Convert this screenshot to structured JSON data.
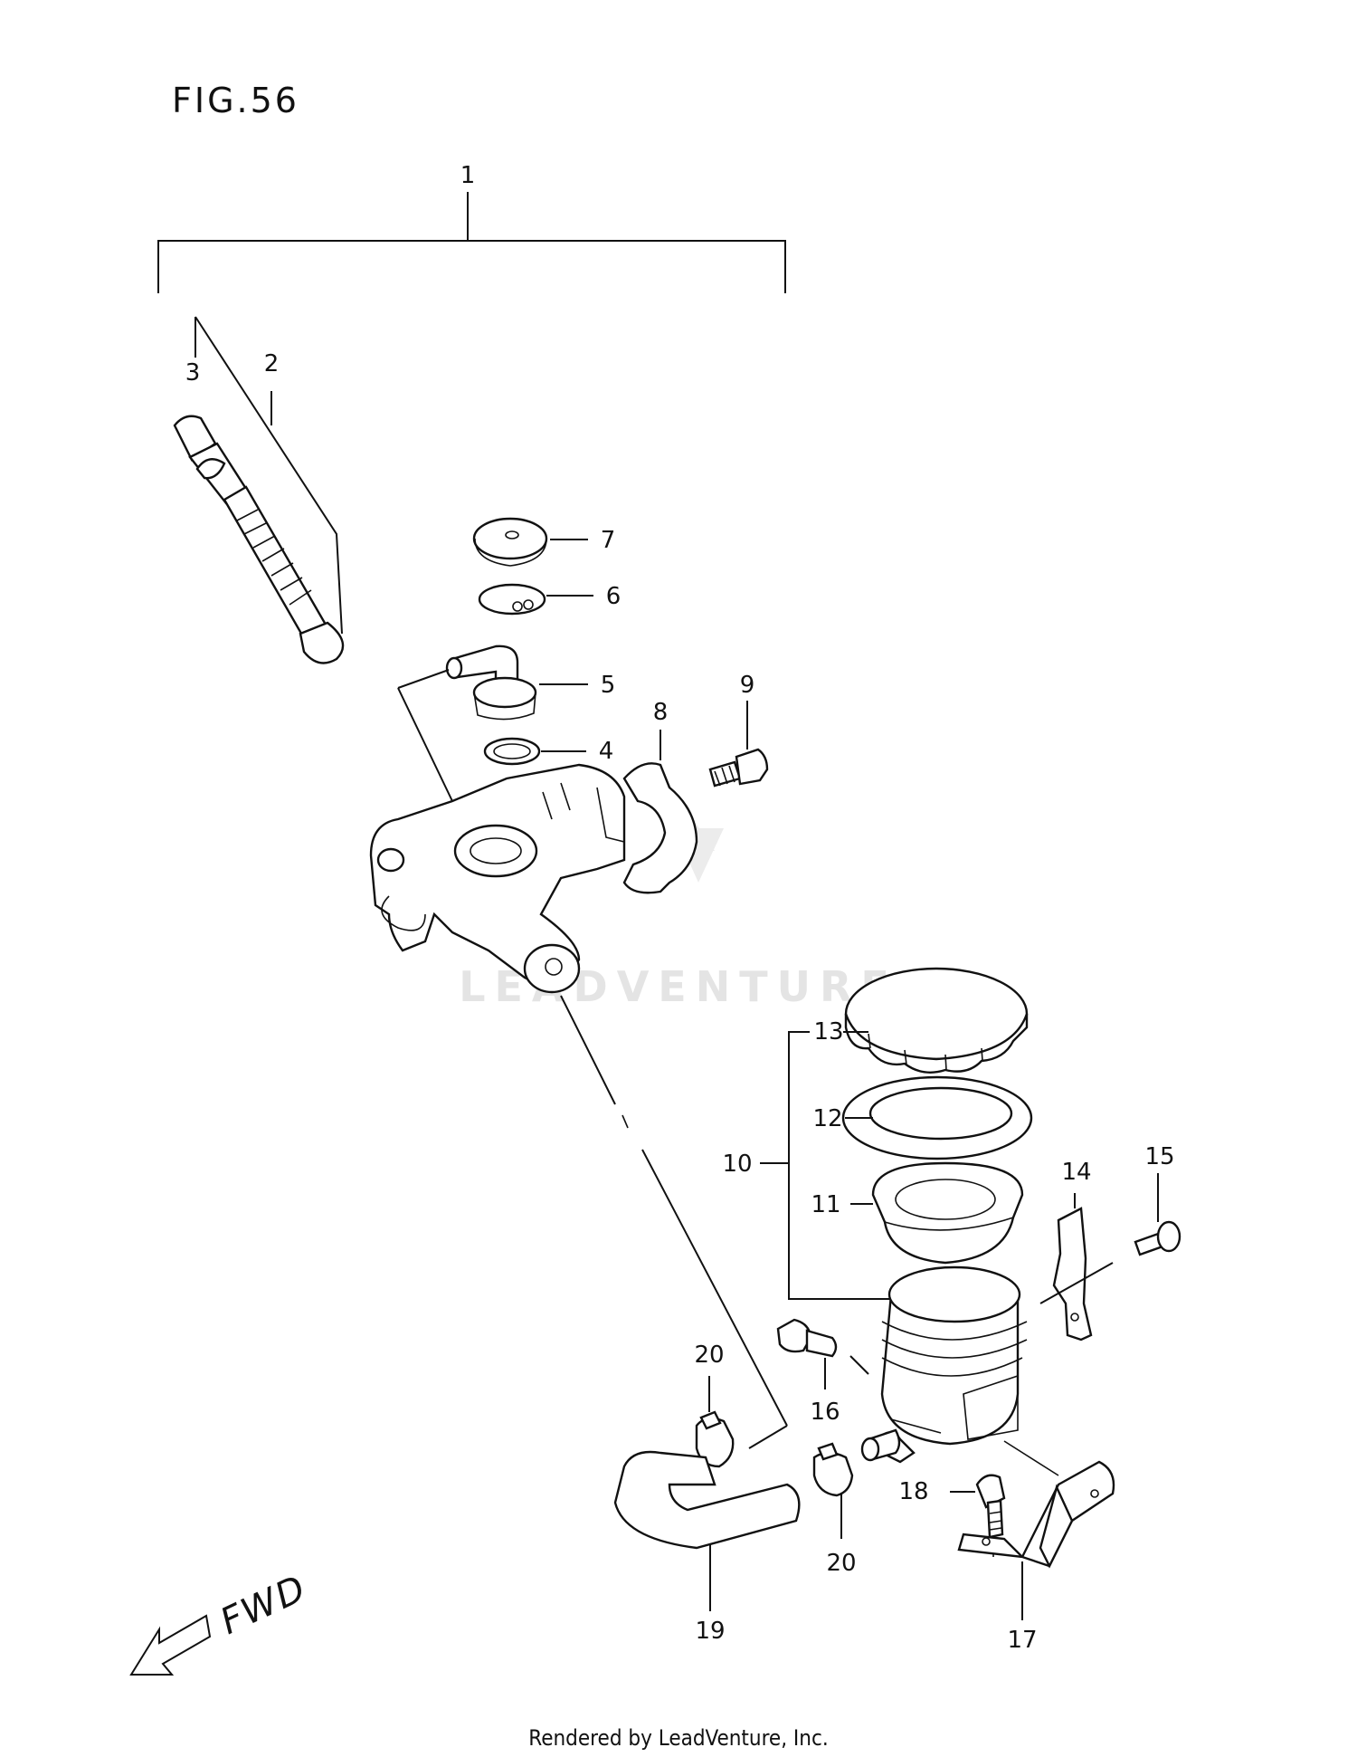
{
  "figure": {
    "title": "FIG.56"
  },
  "watermark": "LEADVENTURE",
  "direction_label": "FWD",
  "footer": "Rendered by LeadVenture, Inc.",
  "callouts": {
    "c1": "1",
    "c2": "2",
    "c3": "3",
    "c4": "4",
    "c5": "5",
    "c6": "6",
    "c7": "7",
    "c8": "8",
    "c9": "9",
    "c10": "10",
    "c11": "11",
    "c12": "12",
    "c13": "13",
    "c14": "14",
    "c15": "15",
    "c16": "16",
    "c17": "17",
    "c18": "18",
    "c19": "19",
    "c20a": "20",
    "c20b": "20"
  }
}
